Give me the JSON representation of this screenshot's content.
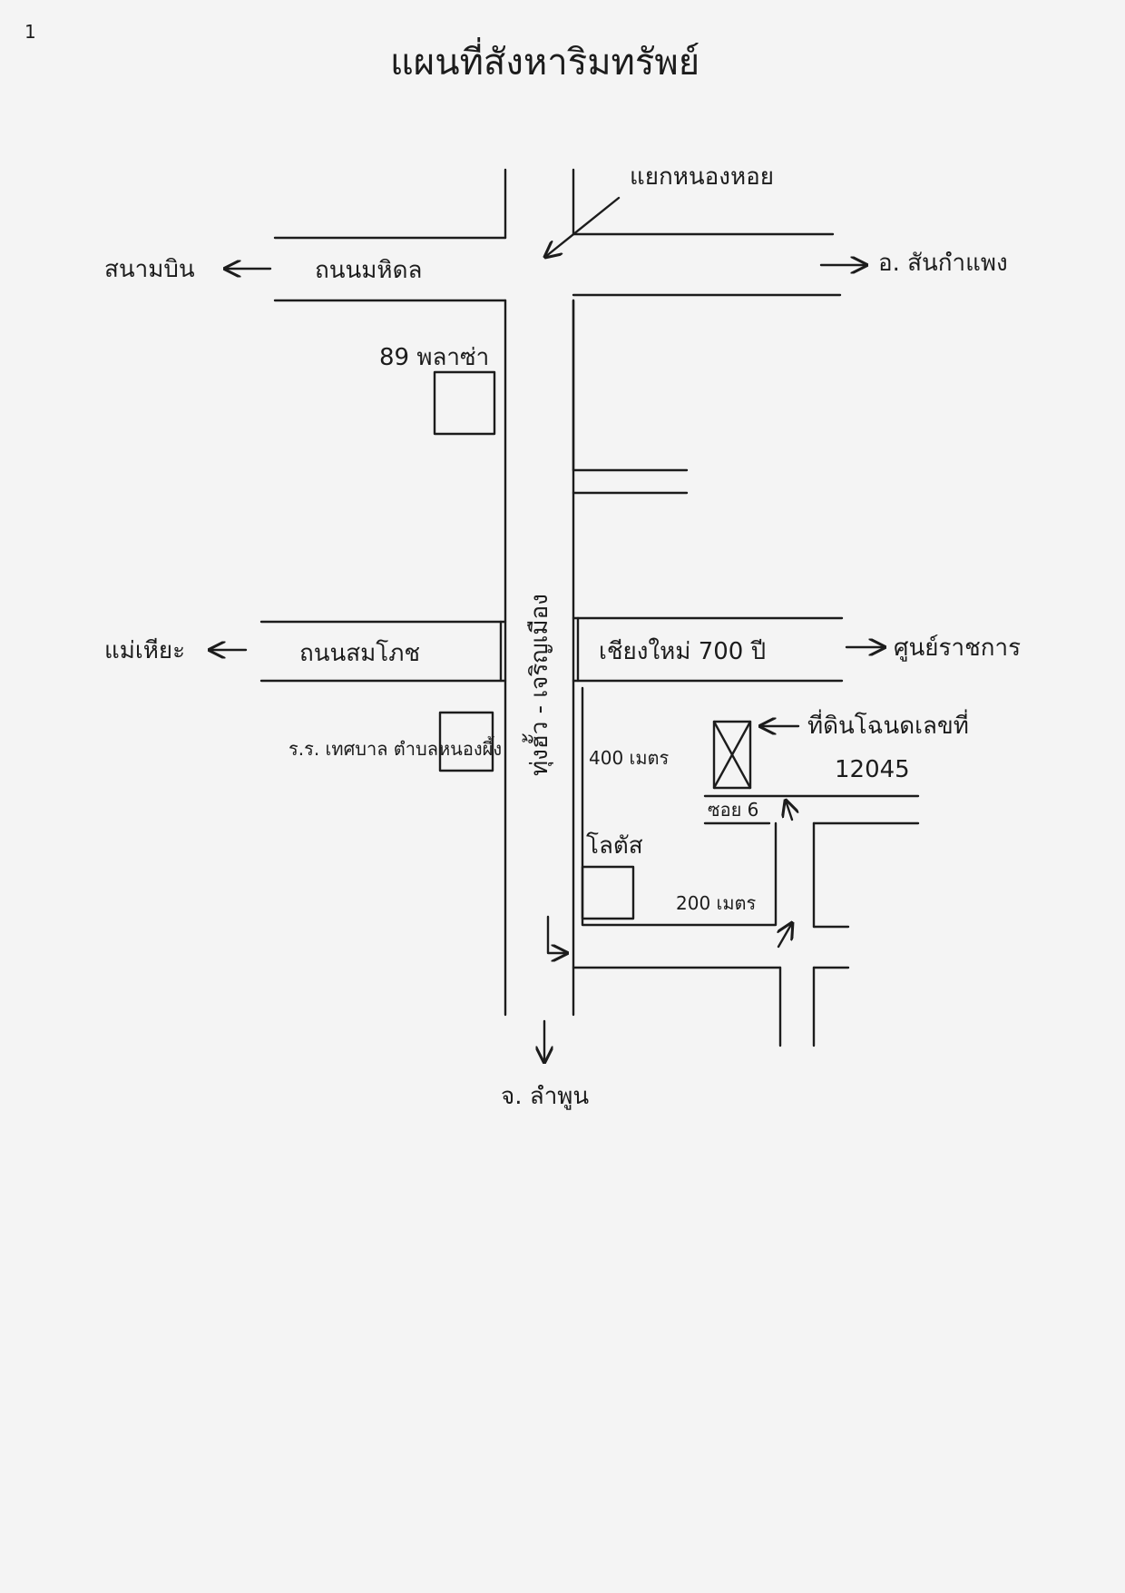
{
  "page": {
    "page_number": "1",
    "title": "แผนที่สังหาริมทรัพย์"
  },
  "map": {
    "junction_label": "แยกหนองหอย",
    "roads": {
      "mahidol": "ถนนมหิดล",
      "sompote": "ถนนสมโภช",
      "chiangmai_700": "เชียงใหม่ 700 ปี",
      "main_vertical": "ทุ่งฮั้ว - เจริญเมือง",
      "soi": "ซอย 6"
    },
    "directions": {
      "west_top": "สนามบิน",
      "east_top": "อ. สันกำแพง",
      "west_mid": "แม่เหียะ",
      "east_mid": "ศูนย์ราชการ",
      "south": "จ. ลำพูน"
    },
    "landmarks": {
      "plaza": "89 พลาซ่า",
      "municipal_school": "ร.ร. เทศบาล ตำบลหนองผึ้ง",
      "lotus": "โลตัส",
      "property": "ที่ดินโฉนดเลขที่",
      "deed_number": "12045"
    },
    "distances": {
      "vertical": "400 เมตร",
      "horizontal": "200 เมตร"
    }
  }
}
